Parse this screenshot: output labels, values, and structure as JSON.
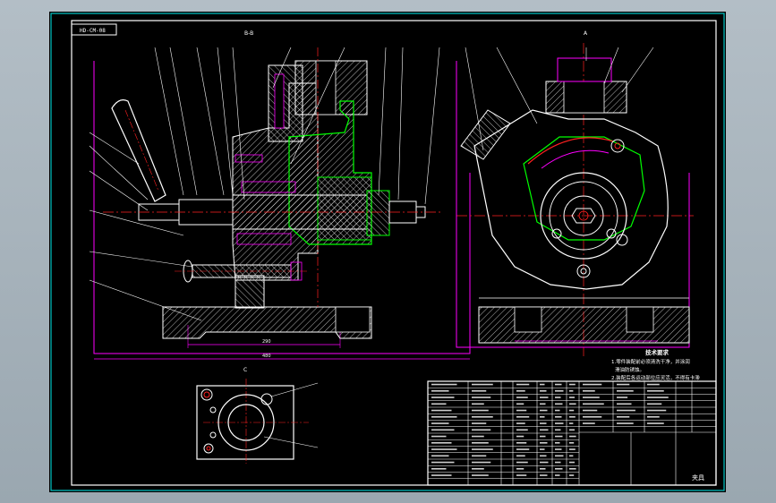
{
  "title_box": {
    "code": "HD-CM-08"
  },
  "section_label": "B-B",
  "view_a_label": "A",
  "view_c_label": "C",
  "dims": {
    "base_inner": "290",
    "base_outer": "480"
  },
  "notes": {
    "title": "技术要求",
    "line1": "1.零件装配前必须清洗干净，并涂润",
    "line2": "滑油防锈蚀。",
    "line3": "2.装配后各运动部位应灵活，不得有卡滞"
  },
  "title_block": {
    "name": "夹具"
  },
  "colors": {
    "sheet": "#000000",
    "frame": "#ffffff",
    "magenta": "#ff00ff",
    "cyan": "#00ffff",
    "green": "#00ff00",
    "red": "#ff2020"
  }
}
